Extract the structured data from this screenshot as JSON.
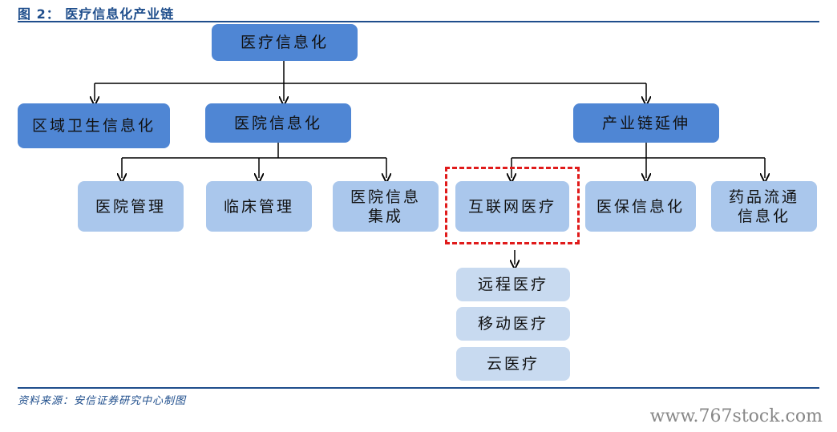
{
  "title": "图 2： 医疗信息化产业链",
  "nodes": {
    "root": "医疗信息化",
    "regional": "区域卫生信息化",
    "hospital": "医院信息化",
    "extension": "产业链延伸",
    "hospital_mgmt": "医院管理",
    "clinical_mgmt": "临床管理",
    "hospital_integration": "医院信息集成",
    "internet_medical": "互联网医疗",
    "insurance_info": "医保信息化",
    "drug_circulation": "药品流通信息化",
    "remote_medical": "远程医疗",
    "mobile_medical": "移动医疗",
    "cloud_medical": "云医疗"
  },
  "source": "资料来源：安信证券研究中心制图",
  "watermark": "www.767stock.com",
  "colors": {
    "level1": "#4f86d4",
    "level2": "#aac7ec",
    "level3": "#c8daf0",
    "highlight": "#e01b1b",
    "rule": "#1f4e8c"
  }
}
